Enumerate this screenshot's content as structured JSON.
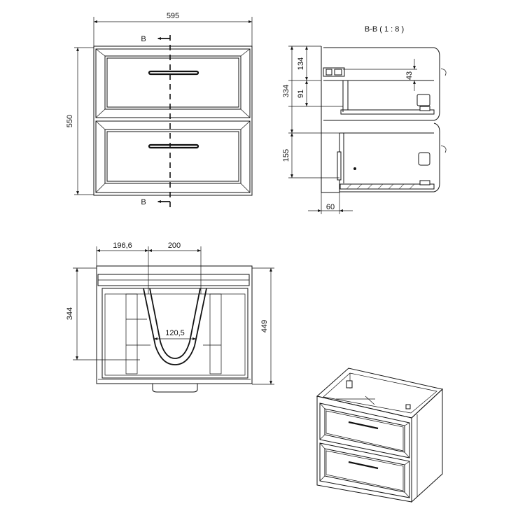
{
  "front_view": {
    "width_dim": "595",
    "height_dim": "550",
    "section_label_top": "B",
    "section_label_bottom": "B"
  },
  "section_view": {
    "title": "B-B ( 1 : 8 )",
    "dims": [
      "134",
      "43",
      "91",
      "334",
      "155",
      "60"
    ]
  },
  "top_view": {
    "dim_left": "196,6",
    "dim_cutout": "200",
    "dim_radius": "120,5",
    "dim_depth_inner": "344",
    "dim_depth_outer": "449"
  }
}
